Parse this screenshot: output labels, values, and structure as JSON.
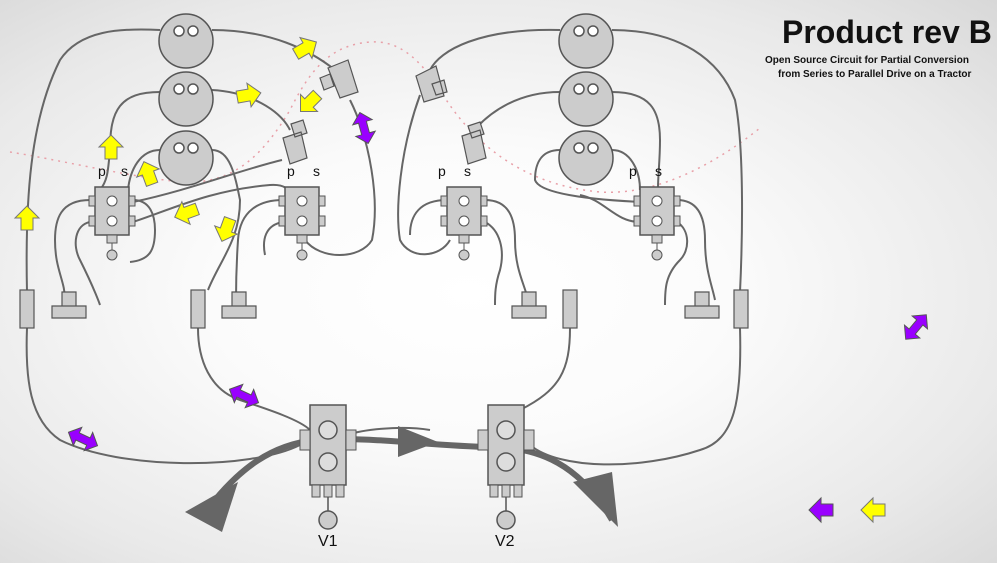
{
  "title": "Product rev B",
  "subtitle_line1": "Open Source Circuit for Partial Conversion",
  "subtitle_line2": "from Series to Parallel Drive on a Tractor",
  "port_p": "p",
  "port_s": "s",
  "valve_1": "V1",
  "valve_2": "V2",
  "colors": {
    "line": "#666666",
    "component": "#cccccc",
    "outline": "#555555",
    "flow_yellow": "#ffff00",
    "flow_purple": "#9900ff",
    "dotted_curve": "#e8a0a8"
  }
}
